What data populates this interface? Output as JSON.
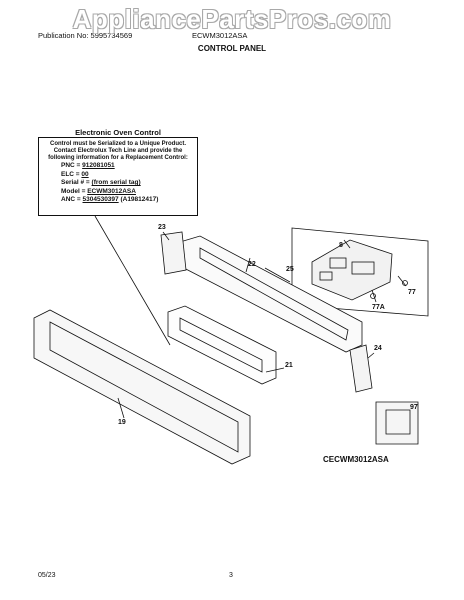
{
  "watermark": "AppliancePartsPros.com",
  "header": {
    "publication": "Publication No: 5995734569",
    "model": "ECWM3012ASA",
    "section": "CONTROL PANEL"
  },
  "info_box": {
    "title": "Electronic Oven Control",
    "note_lines": [
      "Control must be Serialized to a Unique Product.",
      "Contact Electrolux Tech Line and provide the",
      "following information for a Replacement Control:"
    ],
    "fields": [
      {
        "label": "PNC = ",
        "value": "912081051",
        "suffix": ""
      },
      {
        "label": "ELC = ",
        "value": "00",
        "suffix": ""
      },
      {
        "label": "Serial # = ",
        "value": "(from serial tag)",
        "suffix": ""
      },
      {
        "label": "Model = ",
        "value": "ECWM3012ASA",
        "suffix": ""
      },
      {
        "label": "ANC = ",
        "value": "5304530397",
        "suffix": " (A19812417)"
      }
    ]
  },
  "callouts": {
    "c23": "23",
    "c22": "22",
    "c25": "25",
    "c8": "8",
    "c77": "77",
    "c77a": "77A",
    "c24": "24",
    "c21": "21",
    "c19": "19",
    "c97": "97"
  },
  "footer": {
    "model": "CECWM3012ASA",
    "date": "05/23",
    "page": "3"
  }
}
